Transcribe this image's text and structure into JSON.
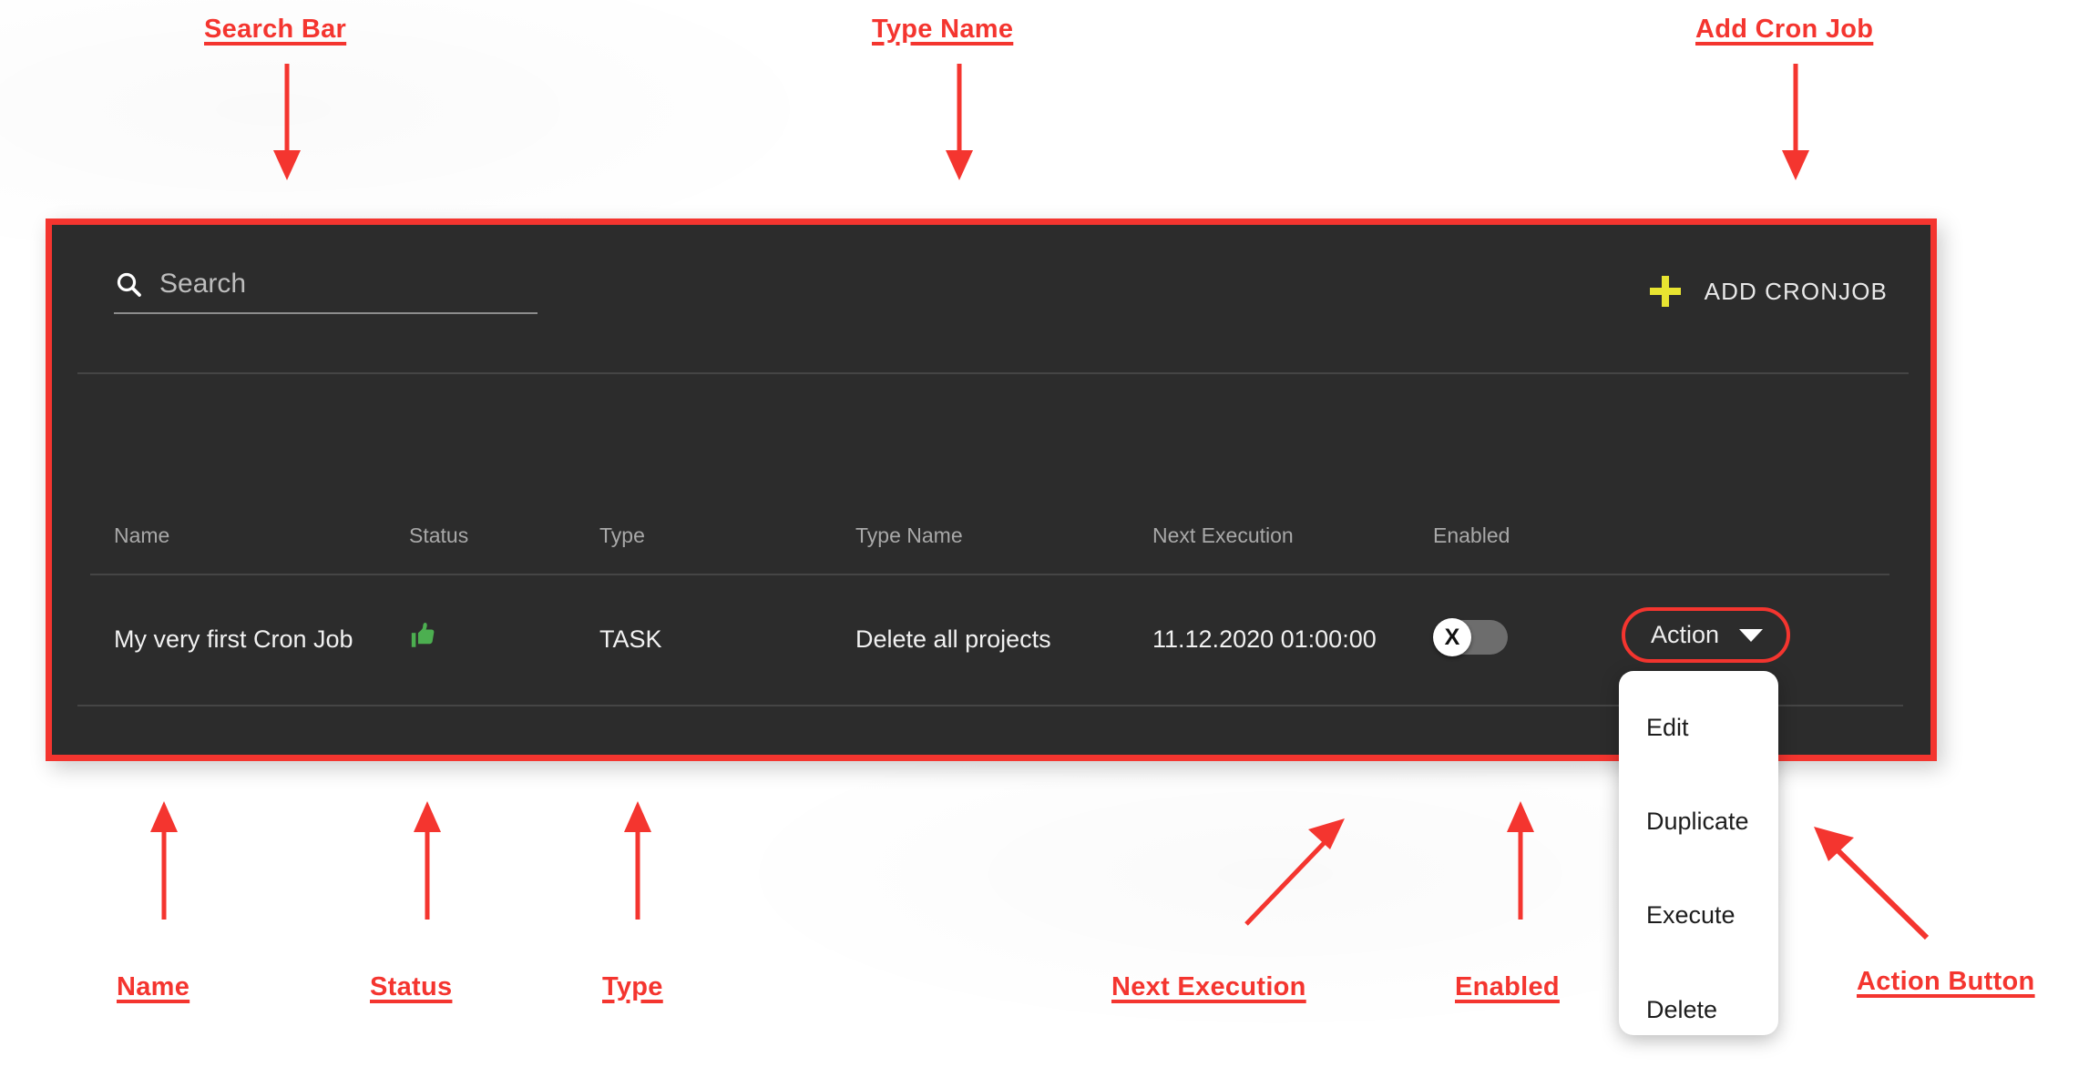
{
  "annotations": {
    "top": [
      {
        "id": "search-bar",
        "label": "Search Bar"
      },
      {
        "id": "type-name",
        "label": "Type Name"
      },
      {
        "id": "add-cron-job",
        "label": "Add Cron Job"
      }
    ],
    "bottom": [
      {
        "id": "name",
        "label": "Name"
      },
      {
        "id": "status",
        "label": "Status"
      },
      {
        "id": "type",
        "label": "Type"
      },
      {
        "id": "next-execution",
        "label": "Next Execution"
      },
      {
        "id": "enabled",
        "label": "Enabled"
      },
      {
        "id": "action-button",
        "label": "Action Button"
      }
    ],
    "color": "#f4352f"
  },
  "panel": {
    "background": "#2c2c2c",
    "highlight_color": "#f4352f"
  },
  "search": {
    "placeholder": "Search",
    "value": "",
    "icon": "search-icon"
  },
  "add_cronjob": {
    "label": "ADD CRONJOB",
    "icon": "plus-icon",
    "icon_color": "#e8e431"
  },
  "table": {
    "columns": [
      "Name",
      "Status",
      "Type",
      "Type Name",
      "Next Execution",
      "Enabled",
      ""
    ],
    "rows": [
      {
        "name": "My very first Cron Job",
        "status_icon": "thumbs-up-icon",
        "status_color": "#4caf50",
        "type": "TASK",
        "type_name": "Delete all projects",
        "next_execution": "11.12.2020 01:00:00",
        "enabled": false,
        "enabled_knob_label": "X",
        "action_label": "Action"
      }
    ]
  },
  "dropdown": {
    "open": true,
    "items": [
      {
        "label": "Edit"
      },
      {
        "label": "Duplicate"
      },
      {
        "label": "Execute"
      },
      {
        "label": "Delete"
      }
    ]
  }
}
